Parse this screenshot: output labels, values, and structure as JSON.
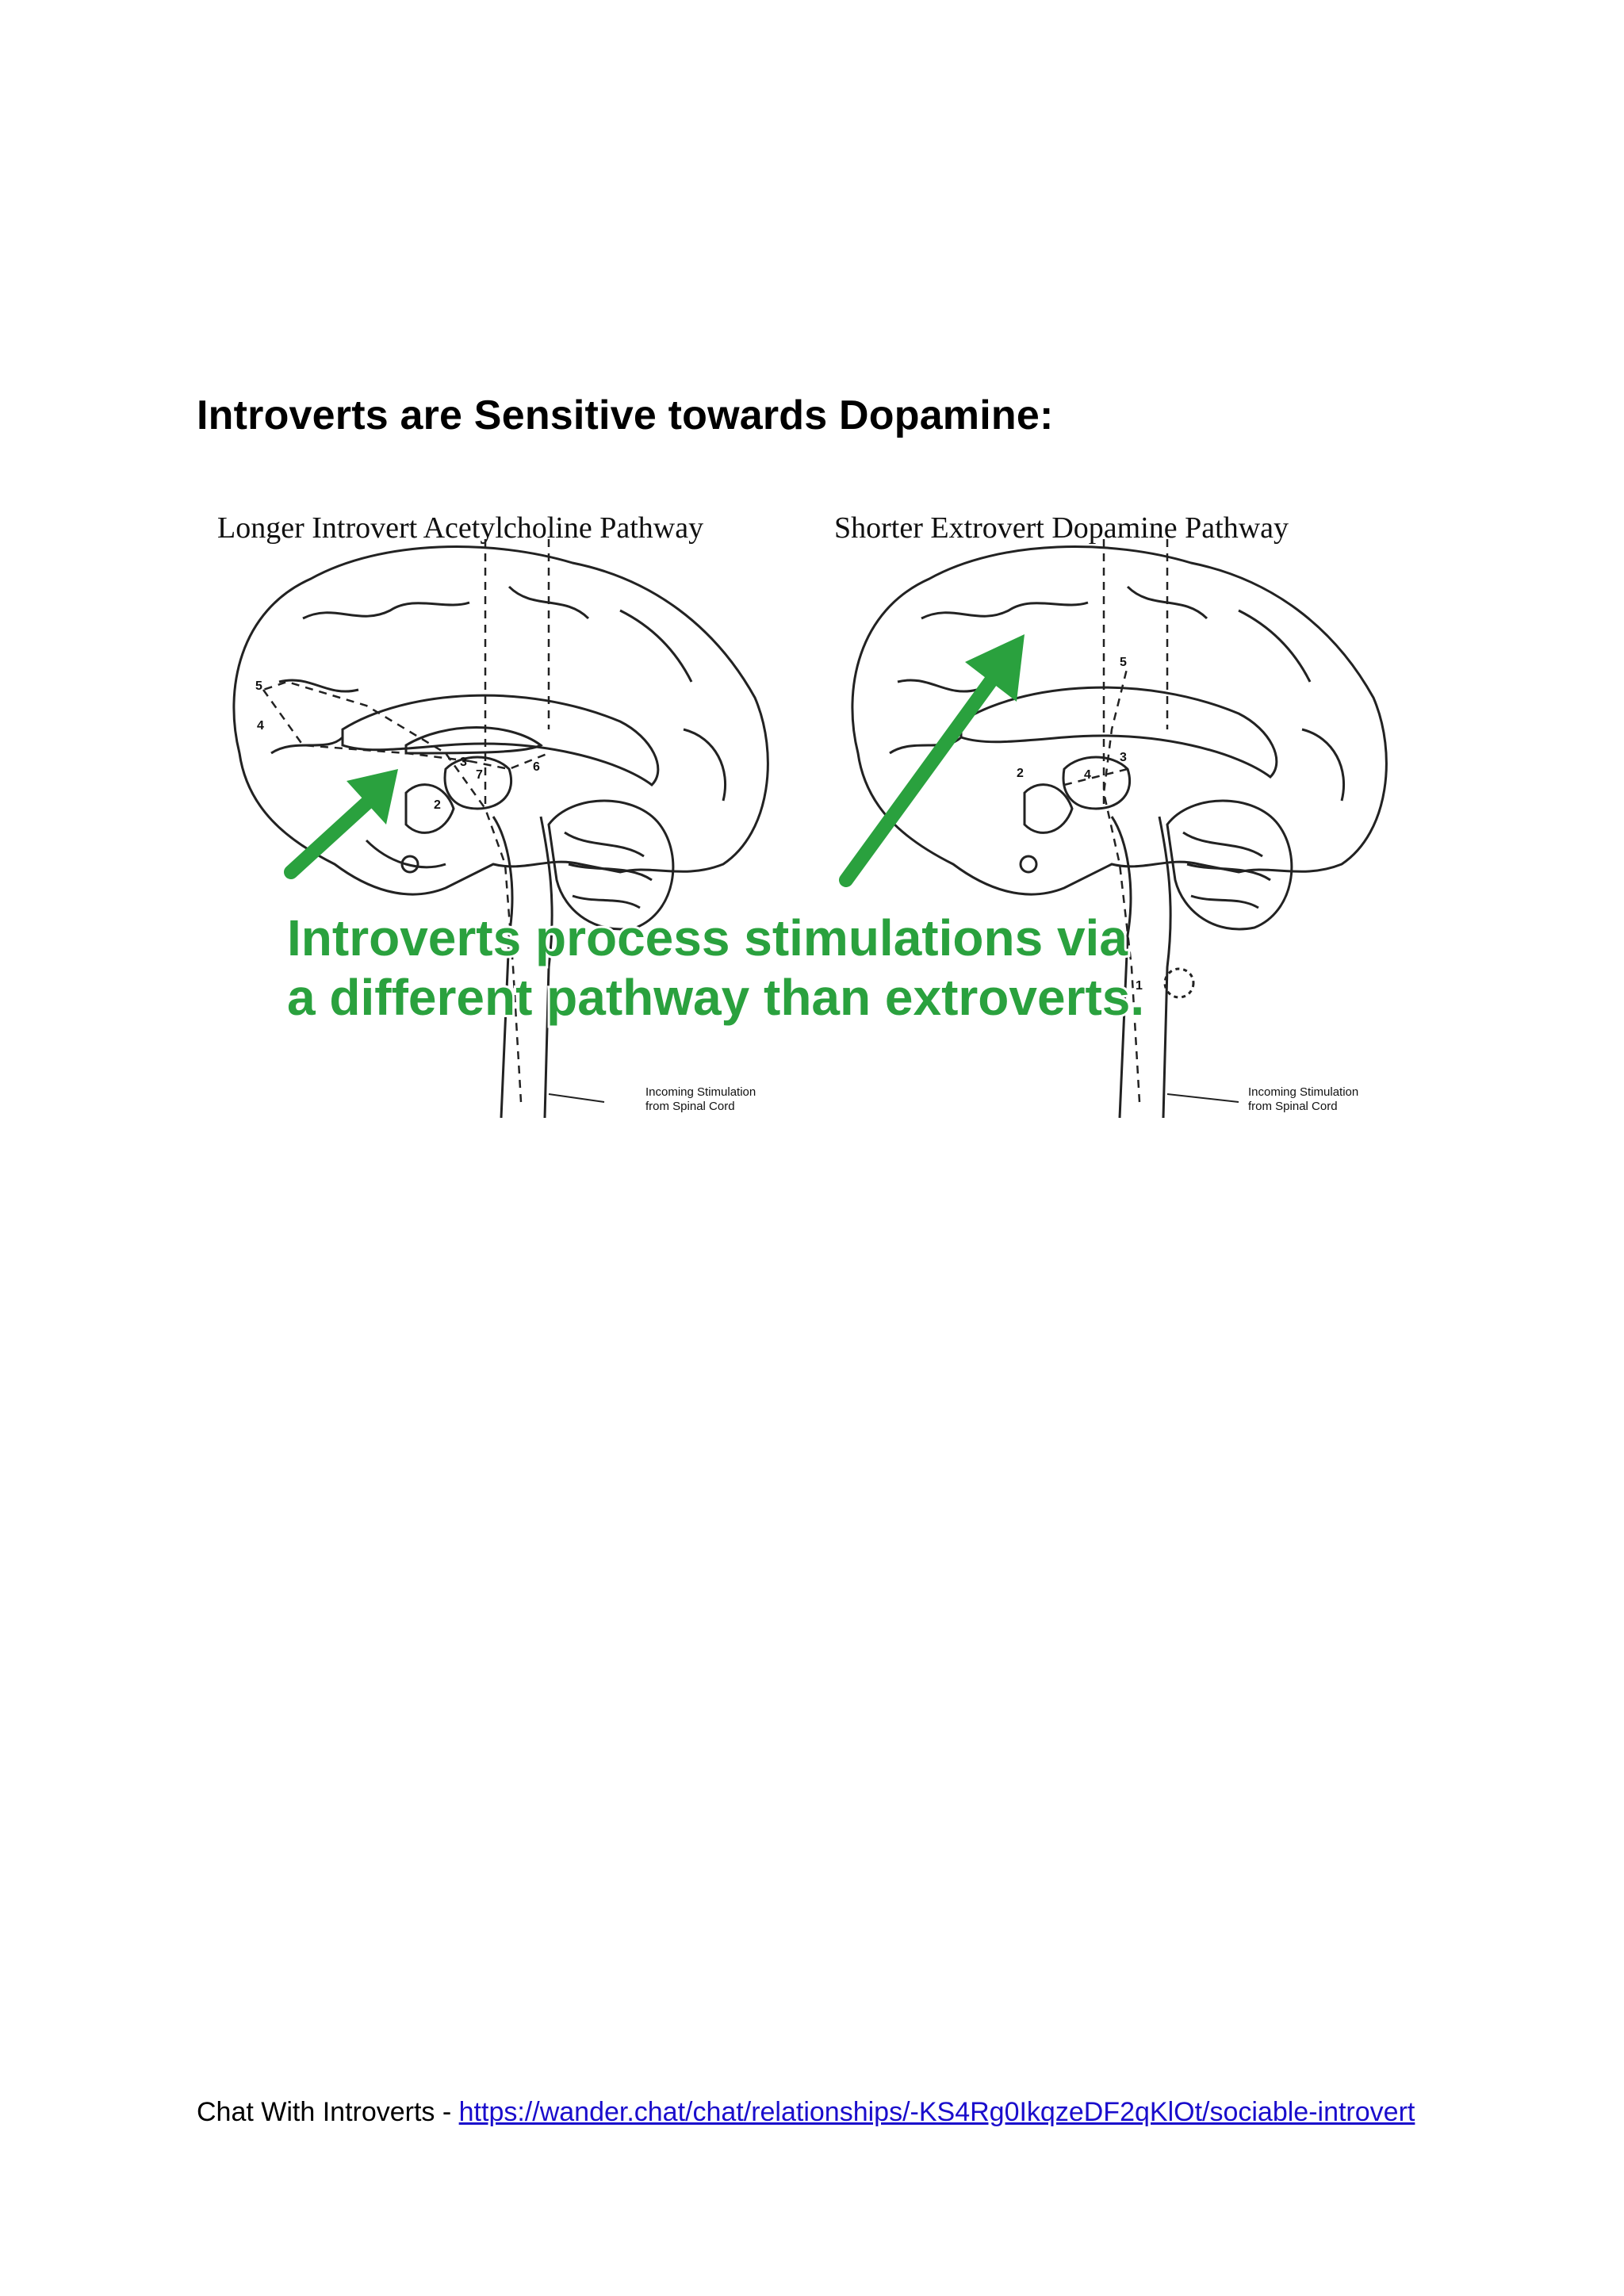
{
  "heading": "Introverts are Sensitive towards Dopamine:",
  "figure": {
    "left_title": "Longer Introvert Acetylcholine Pathway",
    "right_title": "Shorter Extrovert Dopamine Pathway",
    "overlay_line1": "Introverts process stimulations via",
    "overlay_line2": "a different pathway than extroverts.",
    "left_caption_line1": "Incoming Stimulation",
    "left_caption_line2": "from Spinal Cord",
    "right_caption_line1": "Incoming Stimulation",
    "right_caption_line2": "from Spinal Cord",
    "left_numbers": [
      "5",
      "4",
      "3",
      "7",
      "6",
      "2"
    ],
    "right_numbers": [
      "5",
      "2",
      "4",
      "3",
      "1"
    ],
    "arrow_color": "#2aa13e"
  },
  "footer": {
    "prefix": "Chat With Introverts - ",
    "link_text": "https://wander.chat/chat/relationships/-KS4Rg0IkqzeDF2qKlOt/sociable-introvert"
  }
}
